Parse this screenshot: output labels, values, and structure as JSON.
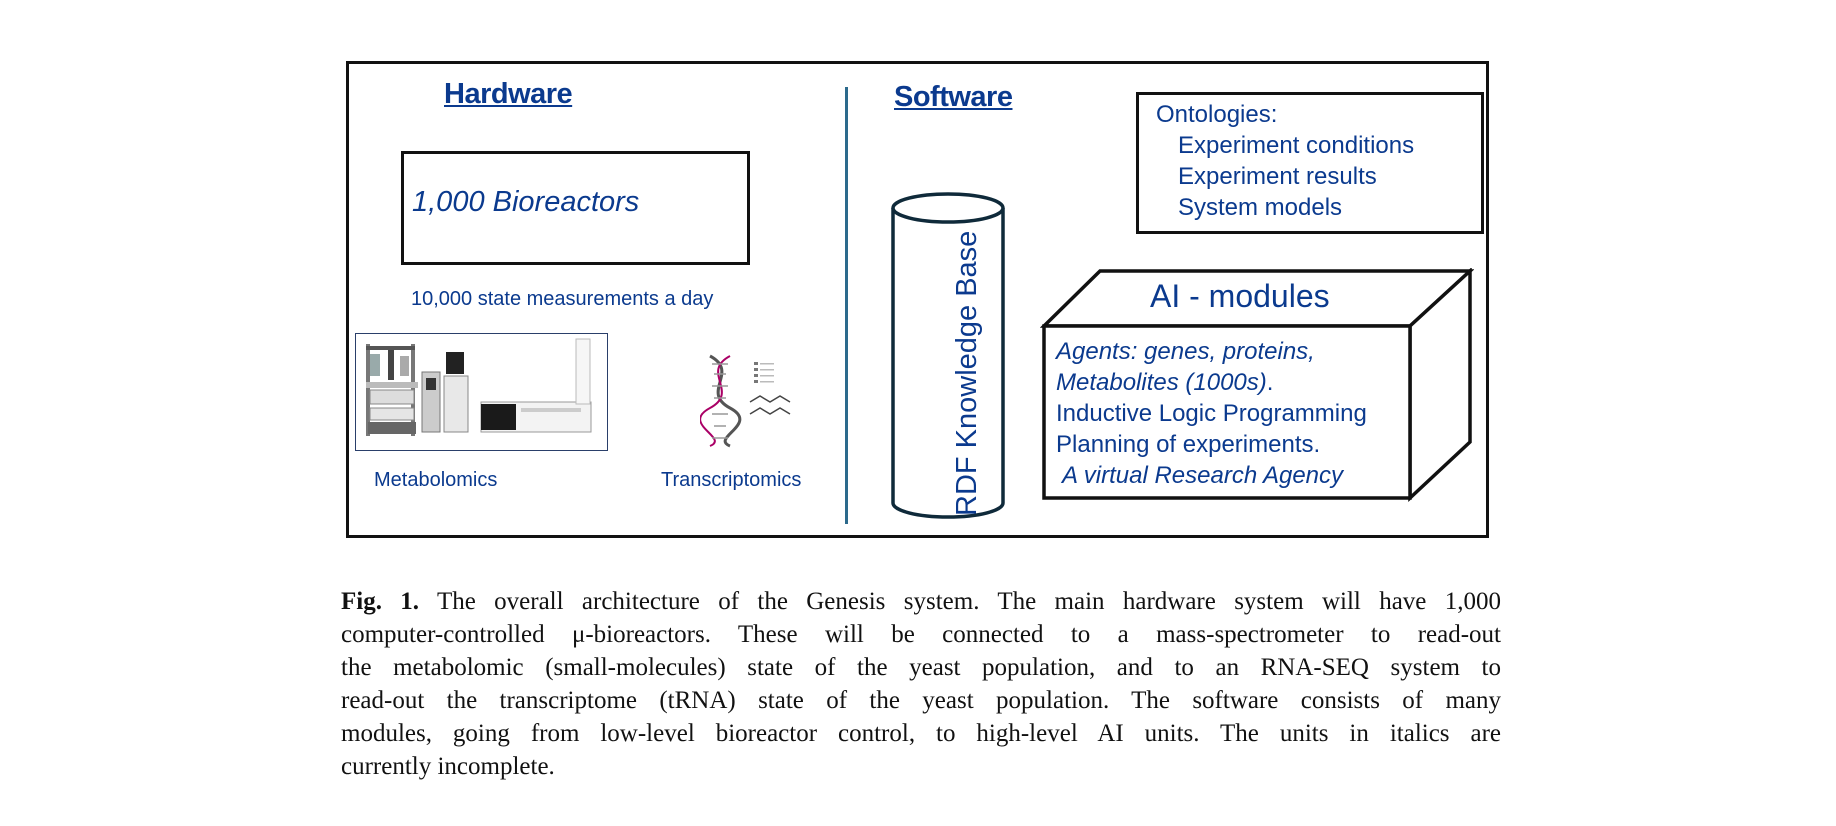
{
  "diagram": {
    "hardware_heading": "Hardware",
    "software_heading": "Software",
    "bioreactors": "1,000 Bioreactors",
    "measurements": "10,000 state measurements a day",
    "metabolomics_label": "Metabolomics",
    "transcriptomics_label": "Transcriptomics",
    "knowledge_base": "RDF Knowledge Base",
    "ontologies": {
      "title": "Ontologies:",
      "items": [
        "Experiment conditions",
        "Experiment results",
        "System models"
      ]
    },
    "ai_modules": {
      "title": "AI - modules",
      "lines": [
        "Agents: genes, proteins,",
        "Metabolites (1000s)",
        ".",
        "Inductive Logic Programming",
        "Planning of experiments.",
        "A virtual Research Agency"
      ]
    }
  },
  "caption": {
    "label": "Fig. 1.",
    "lines": [
      "The overall architecture of the Genesis system. The main hardware system will have 1,000",
      "computer-controlled μ-bioreactors. These will be connected to a mass-spectrometer to read-out",
      "the metabolomic (small-molecules) state of the yeast population, and to an RNA-SEQ system to",
      "read-out the transcriptome (tRNA) state of the yeast population. The software consists of many",
      "modules, going from low-level bioreactor control, to high-level AI units. The units in italics are",
      "currently incomplete."
    ]
  },
  "colors": {
    "text_blue": "#0b3a8e",
    "divider": "#2c6a8c",
    "outline": "#111111"
  }
}
